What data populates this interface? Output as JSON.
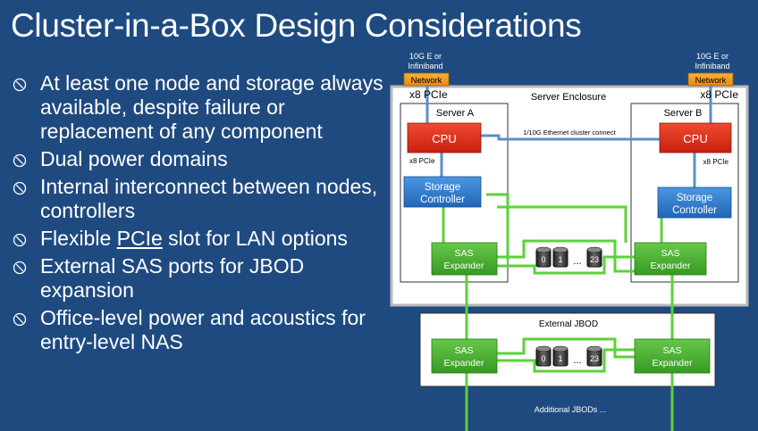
{
  "title": "Cluster-in-a-Box Design Considerations",
  "bullets": [
    "At least one node and storage always available, despite failure or replacement of any component",
    "Dual power domains",
    "Internal interconnect between nodes, controllers",
    {
      "before": "Flexible ",
      "underlined": "PCIe",
      "after": " slot for LAN options"
    },
    "External SAS ports for JBOD expansion",
    "Office-level power and acoustics for entry-level NAS"
  ],
  "diagram": {
    "network_caption_left": [
      "10G E or",
      "Infiniband"
    ],
    "network_caption_right": [
      "10G E or",
      "Infiniband"
    ],
    "network_label": "Network",
    "enclosure_title": "Server Enclosure",
    "x8_pcie_top": "x8 PCIe",
    "server_a": "Server A",
    "server_b": "Server B",
    "cpu": "CPU",
    "cluster_connect": "1/10G Ethernet cluster connect",
    "x8_pcie_small": "x8 PCIe",
    "storage_controller": [
      "Storage",
      "Controller"
    ],
    "sas_expander": [
      "SAS",
      "Expander"
    ],
    "disk_labels": [
      "0",
      "1",
      "23"
    ],
    "ellipsis": "...",
    "external_jbod": "External JBOD",
    "additional_jbods": "Additional  JBODs ..."
  },
  "colors": {
    "background": "#1e4a80",
    "cpu_red": "#e0301e",
    "controller_blue": "#2f7fd0",
    "sas_green": "#4cb330",
    "network_orange": "#f29a1a",
    "link_green": "#5bd23a"
  }
}
